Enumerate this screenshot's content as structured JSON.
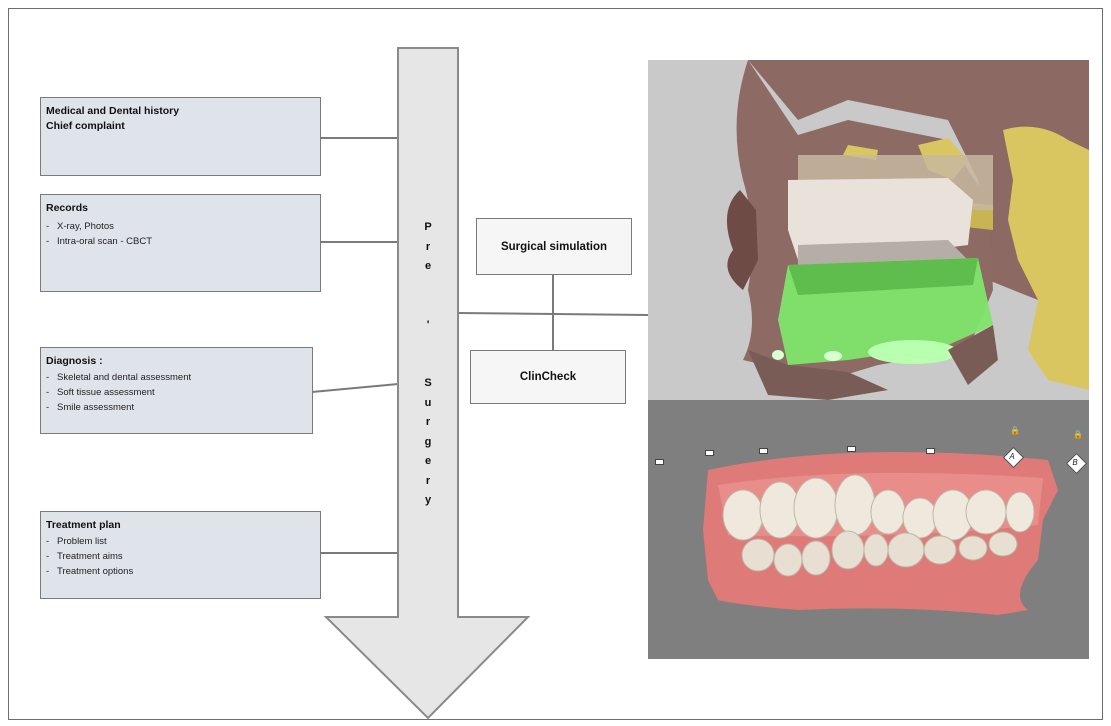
{
  "left_boxes": [
    {
      "title_lines": [
        "Medical and Dental history",
        "Chief complaint"
      ],
      "items": []
    },
    {
      "title_lines": [
        "Records"
      ],
      "items": [
        "X-ray, Photos",
        "Intra-oral scan  - CBCT"
      ]
    },
    {
      "title_lines": [
        "Diagnosis :"
      ],
      "items": [
        "Skeletal and dental assessment",
        "Soft tissue assessment",
        "Smile assessment"
      ]
    },
    {
      "title_lines": [
        "Treatment plan"
      ],
      "items": [
        "Problem list",
        "Treatment aims",
        "Treatment options"
      ]
    }
  ],
  "arrow_letters": [
    "P",
    "r",
    "e",
    "",
    "",
    "'",
    "",
    "",
    "S",
    "u",
    "r",
    "g",
    "e",
    "r",
    "y"
  ],
  "surgical_simulation": "Surgical simulation",
  "clincheck": "ClinCheck",
  "panel_bottom": {
    "diamond_labels": [
      "A",
      "B"
    ],
    "lock_glyph": "🔒"
  },
  "colors": {
    "box_fill": "#dfe3ea",
    "box_border": "#7a7a7a",
    "arrow_fill": "#e6e6e6",
    "arrow_border": "#8a8a8a",
    "panel_top_bg": "#c9c9c9",
    "panel_bottom_bg": "#7f7f7f",
    "gum": "#de7a78",
    "teeth": "#efe8dc",
    "lower_jaw_green": "#7ee66a",
    "skin": "#8c6a63",
    "bone_yellow": "#d9c660"
  }
}
